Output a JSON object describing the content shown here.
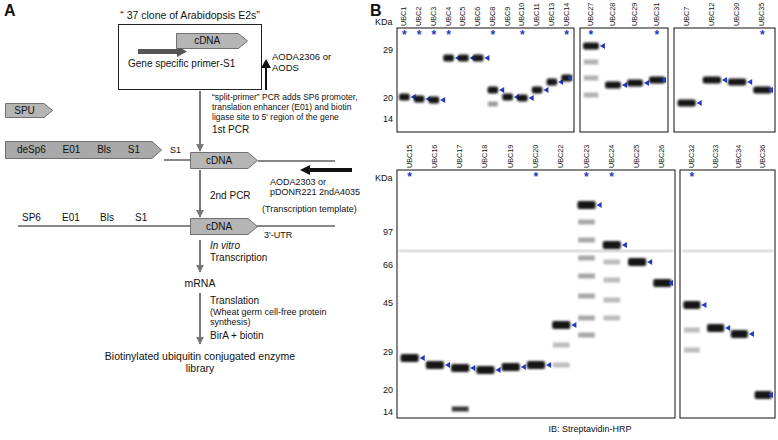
{
  "diagram": {
    "nodes": [
      {
        "text": [
          "“ 37 clone of Arabidopsis E2s”"
        ]
      },
      {
        "text": [
          "cDNA"
        ],
        "in": 0
      },
      {
        "text": [
          "SPU"
        ]
      },
      {
        "text": [
          "deSp6 E01 Bls S1"
        ]
      },
      {
        "text": [
          "cDNA"
        ]
      },
      {
        "text": [
          "cDNA"
        ]
      }
    ],
    "edges": [
      {
        "from": 0,
        "to": 4,
        "arrow": "to"
      },
      {
        "from": 4,
        "to": 5,
        "arrow": "to"
      }
    ],
    "labels": [
      "A",
      "Gene specific primer-S1",
      "AODA2306 or AODS",
      "“split-primer” PCR adds SP6 promoter, translation enhancer (E01) and biotin ligase site to 5' region of the gene",
      "1st PCR",
      "S1",
      "AODA2303 or pDONR221 2ndA4035",
      "2nd PCR",
      "(Transcription template)",
      "SP6",
      "E01",
      "Bls",
      "S1",
      "3'-UTR",
      "In vitro",
      "Transcription",
      "mRNA",
      "Translation",
      "(Wheat germ cell-free protein synthesis)",
      "BirA + biotin",
      "Biotinylated ubiquitin conjugated enzyme library",
      "B",
      "KDa",
      "29",
      "20",
      "14",
      "UBC1",
      "UBC2",
      "UBC3",
      "UBC4",
      "UBC5",
      "UBC6",
      "UBC8",
      "UBC9",
      "UBC10",
      "UBC11",
      "UBC13",
      "UBC14",
      "*",
      "*",
      "*",
      "*",
      "*",
      "*",
      "*",
      "UBC27",
      "UBC28",
      "UBC29",
      "UBC31",
      "*",
      "*",
      "UBC7",
      "UBC12",
      "UBC30",
      "UBC35",
      "*",
      "KDa",
      "97",
      "66",
      "45",
      "29",
      "20",
      "14",
      "UBC15",
      "UBC16",
      "UBC17",
      "UBC18",
      "UBC19",
      "UBC20",
      "UBC22",
      "UBC23",
      "UBC24",
      "UBC25",
      "UBC26",
      "*",
      "*",
      "*",
      "*",
      "UBC32",
      "UBC33",
      "UBC34",
      "UBC36",
      "*",
      "IB: Streptavidin-HRP"
    ]
  }
}
